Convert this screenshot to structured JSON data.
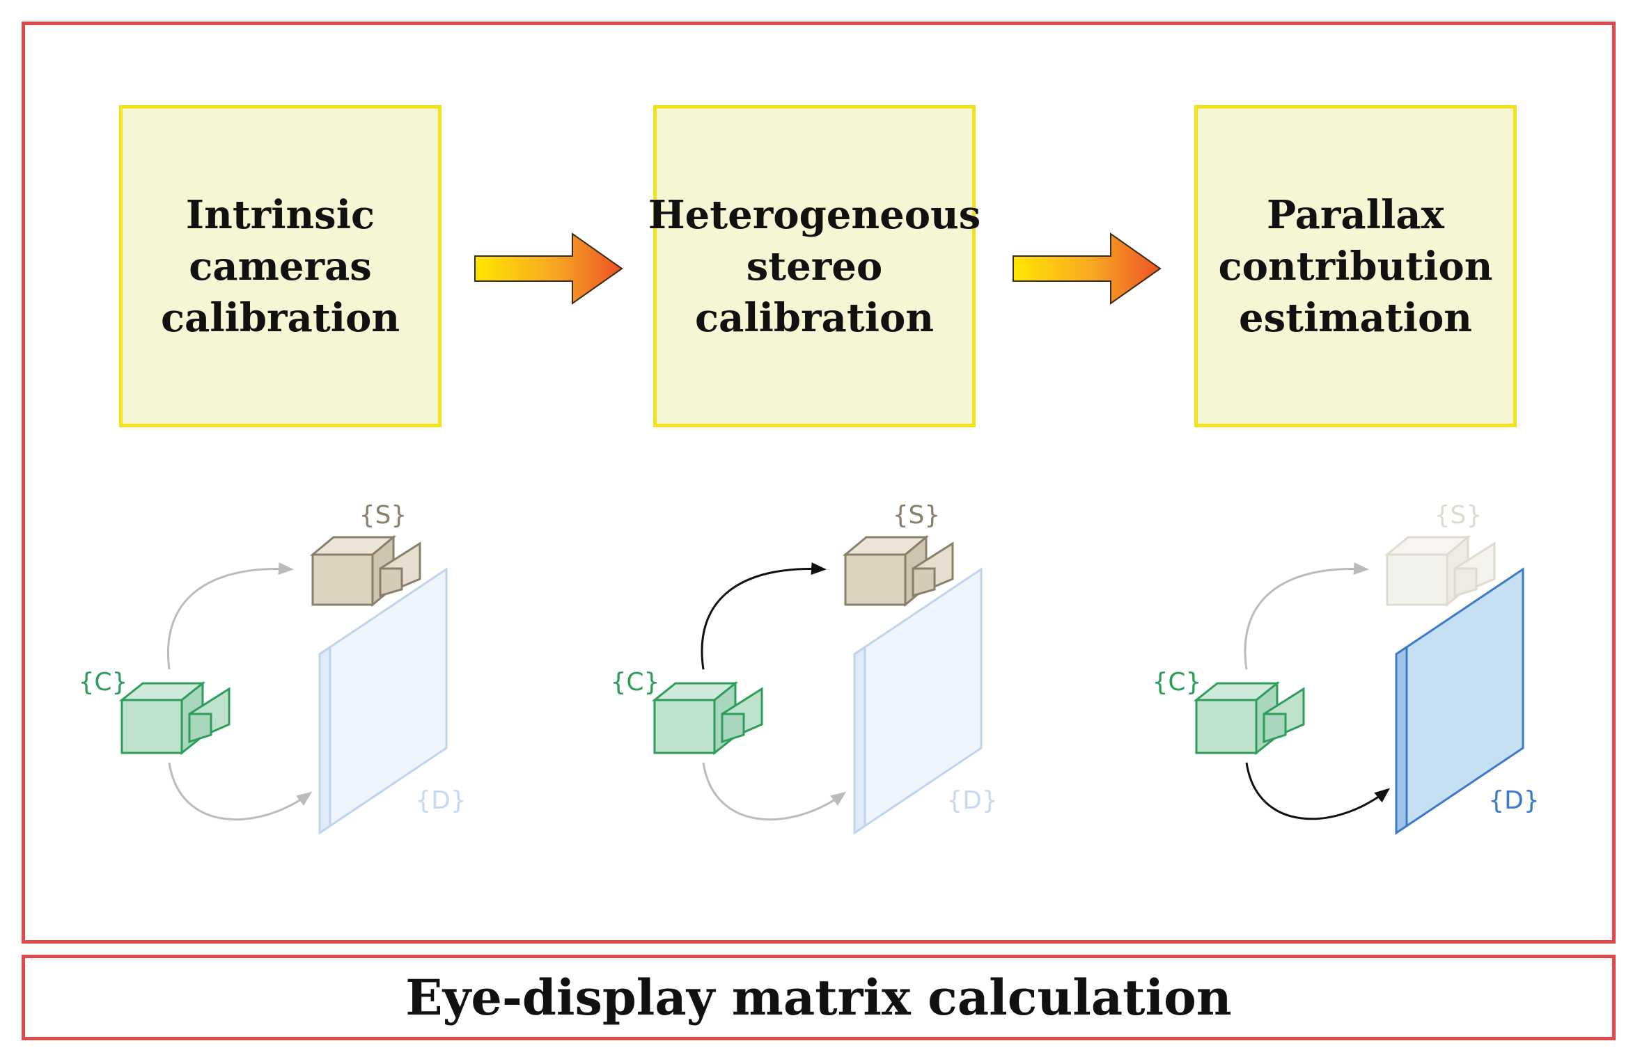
{
  "steps": [
    {
      "label": "Intrinsic\ncameras\ncalibration"
    },
    {
      "label": "Heterogeneous\nstereo\ncalibration"
    },
    {
      "label": "Parallax\ncontribution\nestimation"
    }
  ],
  "footer": {
    "title": "Eye-display matrix calculation"
  },
  "frames": {
    "labels": {
      "sensor": "{S}",
      "camera": "{C}",
      "display": "{D}"
    }
  },
  "colors": {
    "border": "#e0484c",
    "step_fill": "#f7f6d4",
    "step_border": "#f2e21c",
    "camera_green": "#2e9c5a",
    "sensor_tan": "#8a7f6a",
    "display_blue": "#3b7ac9"
  }
}
